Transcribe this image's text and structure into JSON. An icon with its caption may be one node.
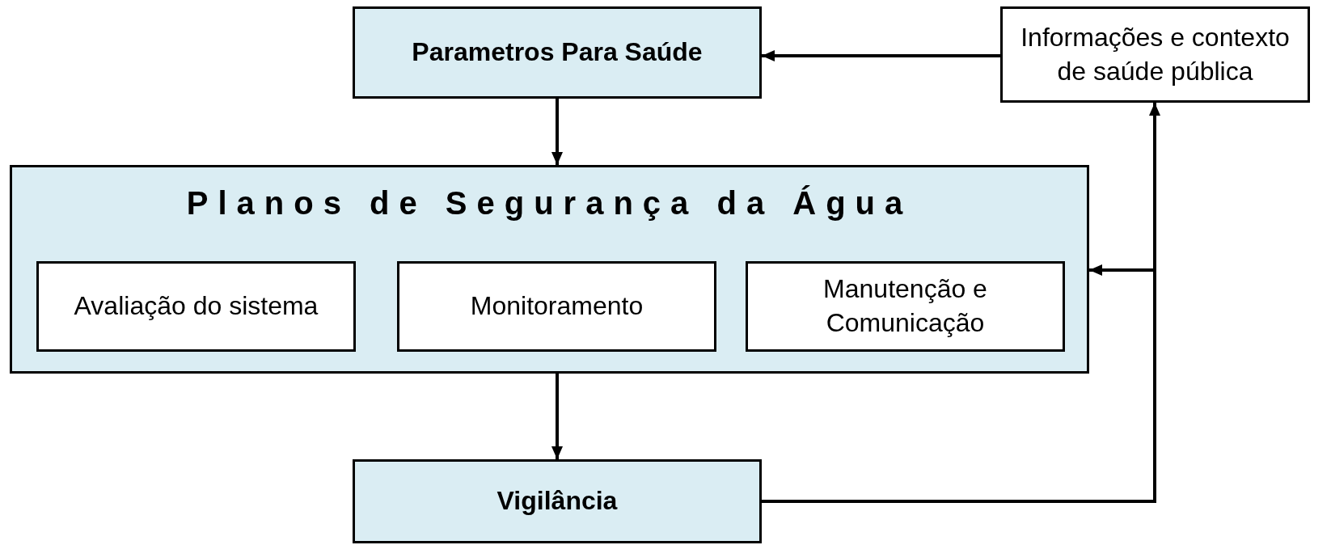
{
  "diagram": {
    "nodes": [
      {
        "text": [
          "Parametros Para Saúde"
        ]
      },
      {
        "text": [
          "Informações e contexto de saúde pública"
        ]
      },
      {
        "text": [
          "Planos de Segurança da Água"
        ]
      },
      {
        "text": [
          "Avaliação do sistema"
        ],
        "in": 2
      },
      {
        "text": [
          "Monitoramento"
        ],
        "in": 2
      },
      {
        "text": [
          "Manutenção e Comunicação"
        ],
        "in": 2
      },
      {
        "text": [
          "Vigilância"
        ]
      }
    ],
    "edges": [
      {
        "from": 1,
        "to": 0,
        "arrow": "to"
      },
      {
        "from": 0,
        "to": 2,
        "arrow": "to"
      },
      {
        "from": 2,
        "to": 6,
        "arrow": "to"
      },
      {
        "from": 6,
        "to": 1,
        "arrow": "to"
      },
      {
        "from": 6,
        "to": 2,
        "arrow": "to"
      }
    ]
  }
}
